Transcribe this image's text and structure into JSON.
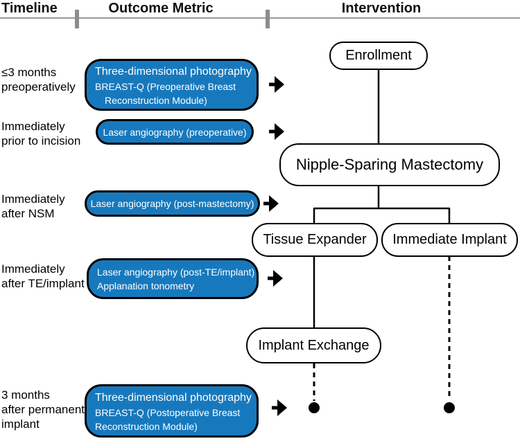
{
  "palette": {
    "box_blue": "#1779bd",
    "rule_gray": "#8c8c8c",
    "line_black": "#000000",
    "box_text_white": "#ffffff"
  },
  "header": {
    "timeline": "Timeline",
    "outcome_metric": "Outcome Metric",
    "intervention": "Intervention"
  },
  "timeline_labels": [
    {
      "lines": [
        "≤3 months",
        "preoperatively"
      ]
    },
    {
      "lines": [
        "Immediately",
        "prior to incision"
      ]
    },
    {
      "lines": [
        "Immediately",
        "after NSM"
      ]
    },
    {
      "lines": [
        "Immediately",
        "after TE/implant"
      ]
    },
    {
      "lines": [
        "3 months",
        "after permanent",
        "implant"
      ]
    }
  ],
  "outcome_metrics": [
    {
      "lines": [
        "Three-dimensional photography",
        "BREAST-Q (Preoperative Breast",
        "Reconstruction Module)"
      ]
    },
    {
      "lines": [
        "Laser angiography (preoperative)"
      ]
    },
    {
      "lines": [
        "Laser angiography (post-mastectomy)"
      ]
    },
    {
      "lines": [
        "Laser angiography (post-TE/implant)",
        "Applanation tonometry"
      ]
    },
    {
      "lines": [
        "Three-dimensional photography",
        "BREAST-Q (Postoperative Breast",
        "Reconstruction Module)"
      ]
    }
  ],
  "intervention_nodes": {
    "enrollment": "Enrollment",
    "mastectomy": "Nipple-Sparing Mastectomy",
    "tissue_expander": "Tissue Expander",
    "immediate_implant": "Immediate Implant",
    "implant_exchange": "Implant Exchange"
  }
}
